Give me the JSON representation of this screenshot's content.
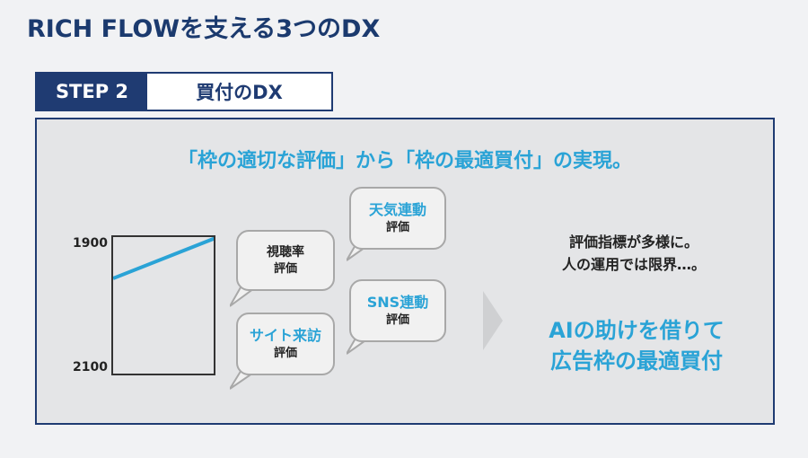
{
  "page": {
    "title": "RICH FLOWを支える3つのDX"
  },
  "step": {
    "number": "STEP 2",
    "label": "買付のDX"
  },
  "panel": {
    "headline": "「枠の適切な評価」から「枠の最適買付」の実現。",
    "chart": {
      "tick_top": "1900",
      "tick_bottom": "2100",
      "line_color": "#2aa3d6"
    },
    "bubbles": {
      "viewing_rate": {
        "line1": "視聴率",
        "line2": "評価"
      },
      "site_visit": {
        "line1": "サイト来訪",
        "line2": "評価"
      },
      "weather": {
        "line1": "天気連動",
        "line2": "評価"
      },
      "sns": {
        "line1": "SNS連動",
        "line2": "評価"
      }
    },
    "right": {
      "line1": "評価指標が多様に。",
      "line2": "人の運用では限界…。",
      "emph1": "AIの助けを借りて",
      "emph2": "広告枠の最適買付"
    }
  },
  "colors": {
    "navy": "#1f3b72",
    "accent": "#2aa3d6",
    "panel_bg": "#e4e5e7"
  }
}
